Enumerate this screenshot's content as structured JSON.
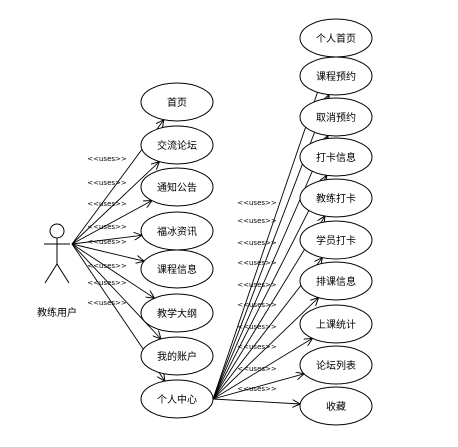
{
  "actor": {
    "label": "教练用户"
  },
  "stereotype": "<<uses>>",
  "left_use_cases": [
    "首页",
    "交流论坛",
    "通知公告",
    "福冰资讯",
    "课程信息",
    "教学大纲",
    "我的账户",
    "个人中心"
  ],
  "right_use_cases": [
    "个人首页",
    "课程预约",
    "取消预约",
    "打卡信息",
    "教练打卡",
    "学员打卡",
    "排课信息",
    "上课统计",
    "论坛列表",
    "收藏"
  ],
  "colors": {
    "line": "#000000",
    "background": "#ffffff"
  }
}
